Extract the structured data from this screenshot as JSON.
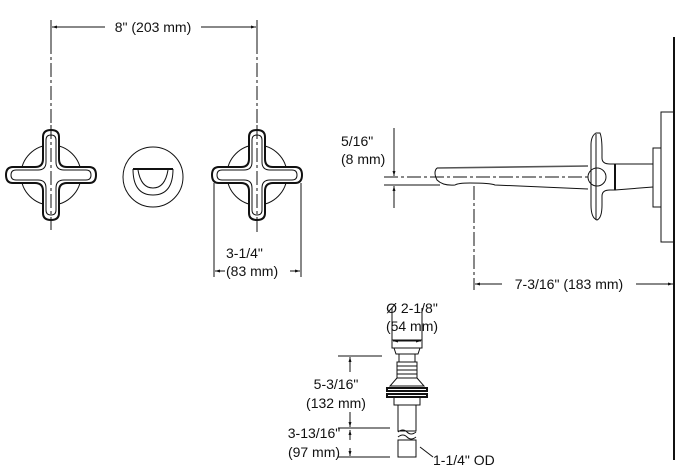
{
  "diagram": {
    "type": "technical dimension drawing",
    "subject": "wall-mount faucet with cross handles and drain",
    "views": {
      "front_view": {
        "handles": [
          "left-cross-handle",
          "right-cross-handle"
        ],
        "center_part": "spout-escutcheon-front"
      },
      "side_view": {
        "part": "wall-mount spout side profile"
      },
      "drain_view": {
        "part": "pop-up drain assembly"
      }
    },
    "dimensions": {
      "handle_spacing": "8\" (203 mm)",
      "handle_width_in": "3-1/4\"",
      "handle_width_mm": "(83 mm)",
      "spout_height_in": "5/16\"",
      "spout_height_mm": "(8 mm)",
      "spout_reach": "7-3/16\" (183 mm)",
      "drain_diameter_in": "Ø 2-1/8\"",
      "drain_diameter_mm": "(54 mm)",
      "drain_height_in": "5-3/16\"",
      "drain_height_mm": "(132 mm)",
      "tailpiece_length_in": "3-13/16\"",
      "tailpiece_length_mm": "(97 mm)",
      "tailpiece_od": "1-1/4\" OD"
    }
  }
}
